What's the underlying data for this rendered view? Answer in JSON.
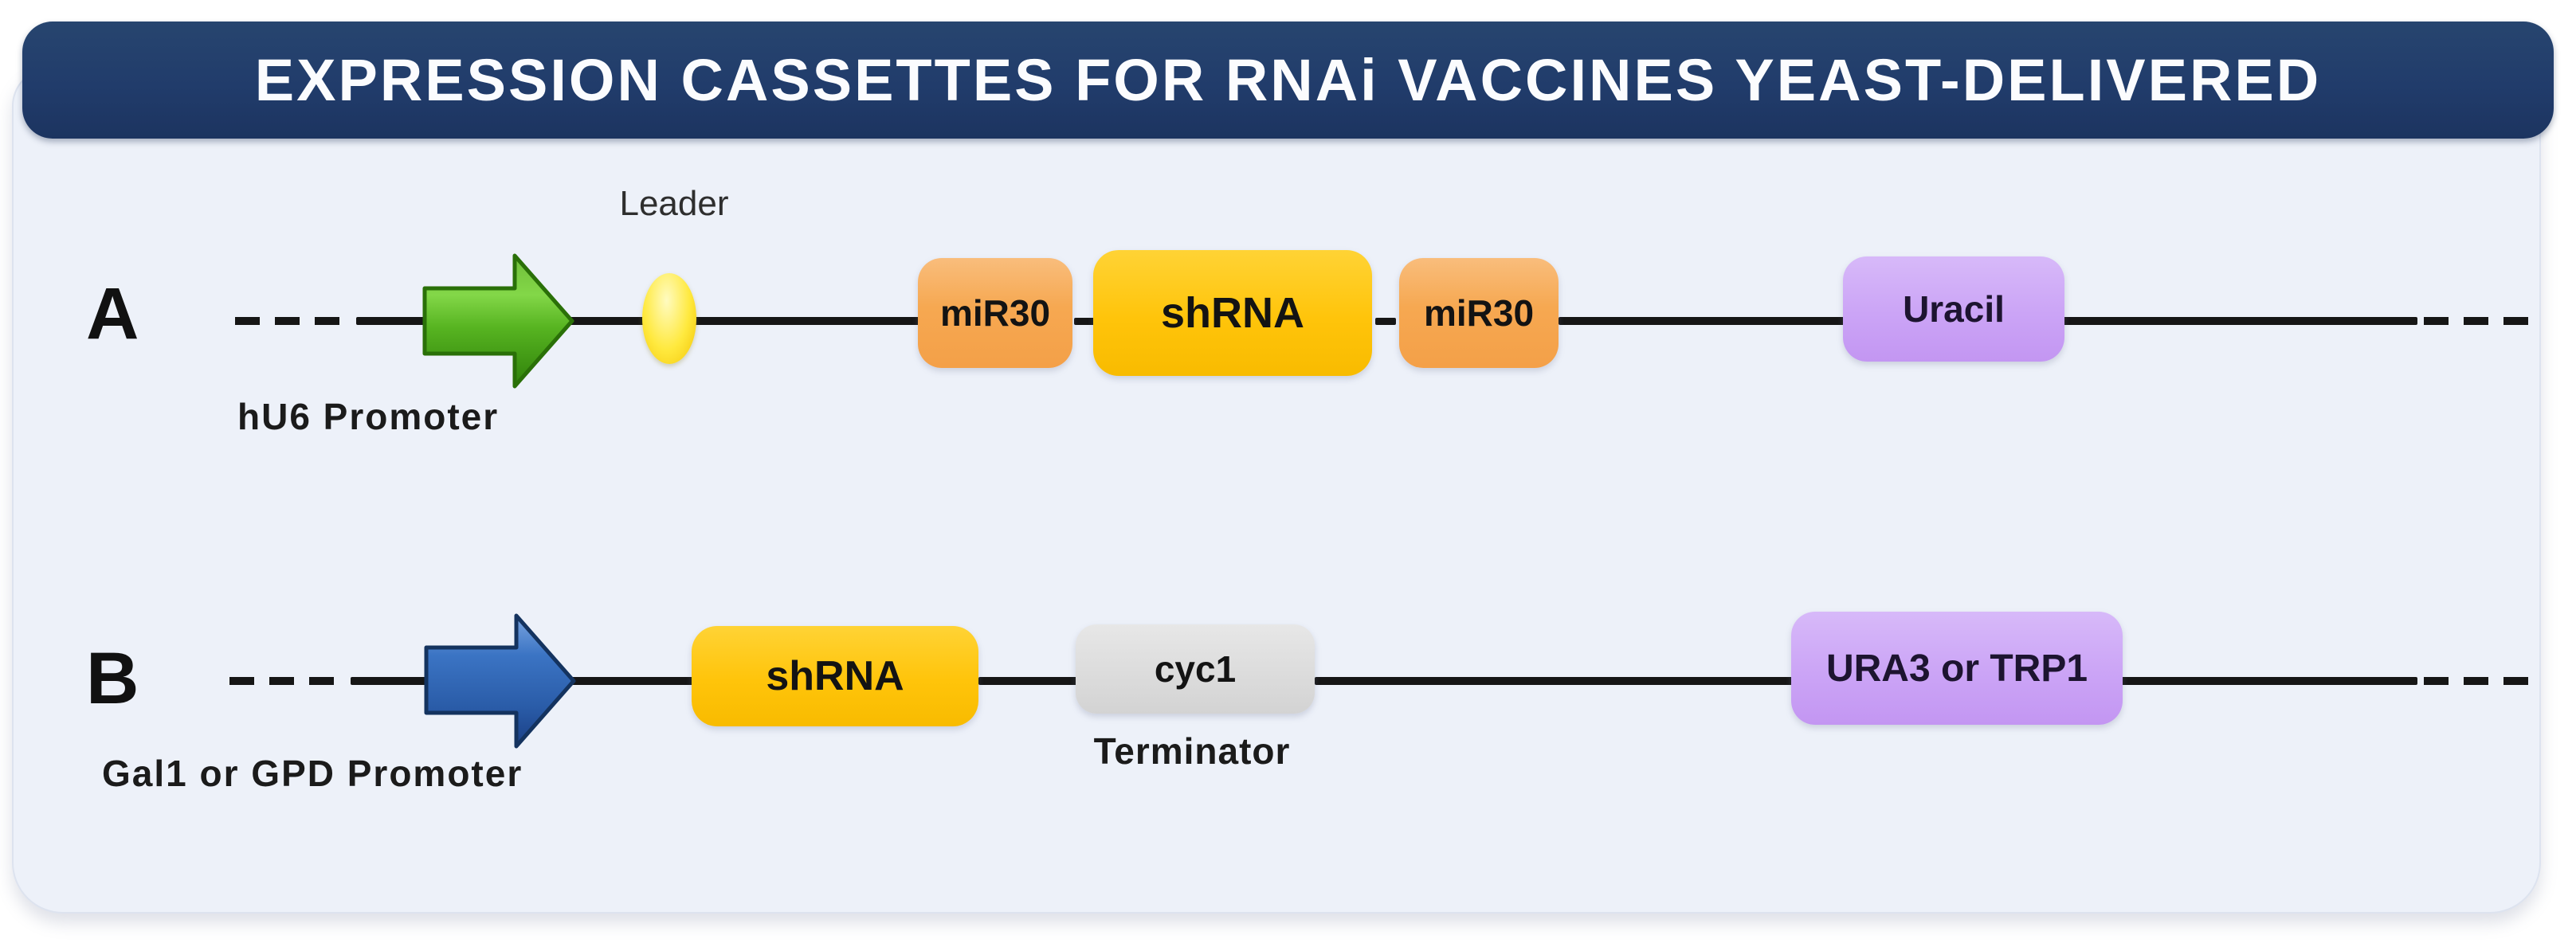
{
  "figure": {
    "title": "EXPRESSION CASSETTES FOR RNAi VACCINES YEAST-DELIVERED"
  },
  "colors": {
    "title_bar_navy": "#213c6b",
    "panel_background": "#edf1f9",
    "dna_line_black": "#161616",
    "promoter_a_green": "#4ea41a",
    "promoter_b_blue": "#2d66b2",
    "mir30_orange": "#f6a851",
    "shrna_yellow": "#ffc40a",
    "selection_marker_purple": "#cba4f6",
    "terminator_gray": "#d9d9d9",
    "leader_yellow": "#ffe93e"
  },
  "cassette_a": {
    "row_label": "A",
    "promoter_label": "hU6 Promoter",
    "leader_label": "Leader",
    "blocks": {
      "mir30_left": "miR30",
      "shrna": "shRNA",
      "mir30_right": "miR30",
      "marker": "Uracil"
    }
  },
  "cassette_b": {
    "row_label": "B",
    "promoter_label": "Gal1 or GPD Promoter",
    "terminator_caption": "Terminator",
    "blocks": {
      "shrna": "shRNA",
      "terminator": "cyc1",
      "marker": "URA3 or TRP1"
    }
  }
}
